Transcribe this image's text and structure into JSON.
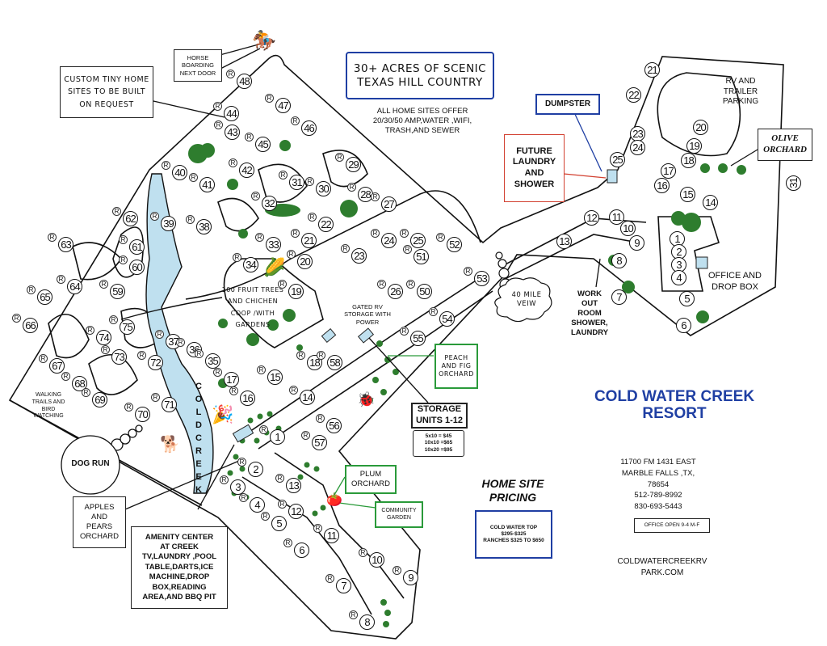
{
  "map": {
    "title": "COLD WATER CREEK RESORT",
    "title_line1": "COLD WATER CREEK",
    "title_line2": "RESORT",
    "accent_color": "#1f3fa3",
    "creek_color": "#bfe0ef",
    "tree_color": "#2e7d2e"
  },
  "headline": {
    "line1": "30+ ACRES OF SCENIC",
    "line2": "TEXAS HILL COUNTRY"
  },
  "amenities_note": {
    "line1": "ALL HOME SITES OFFER",
    "line2": "20/30/50 AMP,WATER ,WIFI,",
    "line3": "TRASH,AND SEWER"
  },
  "callouts": {
    "horse": [
      "HORSE",
      "BOARDING",
      "NEXT DOOR"
    ],
    "tiny_home": [
      "CUSTOM TINY HOME",
      "SITES TO BE BUILT",
      "ON REQUEST"
    ],
    "dumpster": "DUMPSTER",
    "future_laundry": [
      "FUTURE",
      "LAUNDRY",
      "AND",
      "SHOWER"
    ],
    "rv_parking": [
      "RV AND",
      "TRAILER",
      "PARKING"
    ],
    "olive_orchard": [
      "OLIVE",
      "ORCHARD"
    ],
    "office": [
      "OFFICE AND",
      "DROP BOX"
    ],
    "workout": [
      "WORK",
      "OUT",
      "ROOM",
      "SHOWER,",
      "LAUNDRY"
    ],
    "mile_view": [
      "40 MILE",
      "VEIW"
    ],
    "peach_fig": [
      "PEACH",
      "AND FIG",
      "ORCHARD"
    ],
    "storage": [
      "STORAGE",
      "UNITS 1-12"
    ],
    "storage_prices": [
      "5x10 = $45",
      "10x10 =$65",
      "10x20 =$95"
    ],
    "gated_rv": [
      "GATED RV",
      "STORAGE WITH",
      "POWER"
    ],
    "fruit_trees": [
      "100 FRUIT TREES",
      "AND CHICHEN",
      "COOP /WITH",
      "GARDENS"
    ],
    "walking": [
      "WALKING",
      "TRAILS AND",
      "BIRD",
      "WATCHING"
    ],
    "dog_run": "DOG RUN",
    "apples": [
      "APPLES",
      "AND",
      "PEARS",
      "ORCHARD"
    ],
    "amenity_center": [
      "AMENITY CENTER",
      "AT CREEK",
      "TV,LAUNDRY ,POOL",
      "TABLE,DARTS,ICE",
      "MACHINE,DROP",
      "BOX,READING",
      "AREA,AND BBQ PIT"
    ],
    "plum": [
      "PLUM",
      "ORCHARD"
    ],
    "community_garden": [
      "COMMUNITY",
      "GARDEN"
    ],
    "creek_name": [
      "C",
      "O",
      "L",
      "D",
      "C",
      "R",
      "E",
      "E",
      "K"
    ]
  },
  "pricing": {
    "title_line1": "HOME SITE",
    "title_line2": "PRICING",
    "line1": "COLD WATER TOP",
    "line2": "$295-$325",
    "line3": "RANCHES  $325 TO $650"
  },
  "contact": {
    "address1": "11700 FM 1431 EAST",
    "address2": "MARBLE FALLS ,TX,",
    "zip": "78654",
    "phone1": "512-789-8992",
    "phone2": "830-693-5443",
    "hours": "OFFICE OPEN 9-4  M-F",
    "website1": "COLDWATERCREEKRV",
    "website2": "PARK.COM"
  },
  "sites": {
    "ranch": [
      "48",
      "47",
      "44",
      "43",
      "45",
      "46",
      "40",
      "41",
      "42",
      "31",
      "29",
      "30",
      "28",
      "27",
      "39",
      "38",
      "32",
      "22",
      "21",
      "33",
      "24",
      "25",
      "23",
      "34",
      "20",
      "51",
      "19",
      "26",
      "50",
      "52",
      "62",
      "61",
      "60",
      "63",
      "64",
      "59",
      "65",
      "66",
      "75",
      "74",
      "73",
      "72",
      "67",
      "68",
      "69",
      "71",
      "70",
      "37",
      "36",
      "35",
      "17",
      "16",
      "15",
      "18",
      "58",
      "14",
      "53",
      "54",
      "55",
      "56",
      "57"
    ],
    "lower": [
      "1",
      "2",
      "3",
      "4",
      "5",
      "6",
      "7",
      "8",
      "9",
      "10",
      "11",
      "12",
      "13"
    ],
    "rv_area": [
      "21",
      "22",
      "23",
      "24",
      "25",
      "20",
      "19",
      "18",
      "17",
      "16",
      "15",
      "14",
      "31"
    ],
    "office_area": [
      "12",
      "11",
      "10",
      "9",
      "13",
      "8",
      "1",
      "2",
      "3",
      "4",
      "5",
      "7",
      "6"
    ]
  },
  "icons": {
    "horse": "horse-rider-icon",
    "corn": "corn-icon",
    "ladybug": "ladybug-icon",
    "tomato": "tomato-icon",
    "dog": "dog-icon",
    "party": "party-popper-icon",
    "registered": "registered-mark"
  }
}
